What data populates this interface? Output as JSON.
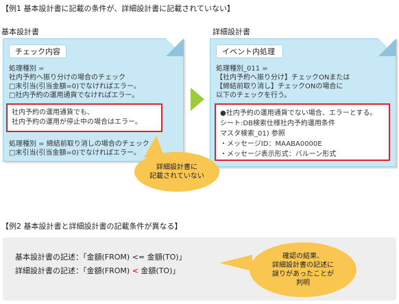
{
  "example1": {
    "title": "【例1 基本設計書に記載の条件が、詳細設計書に記載されていない】",
    "left": {
      "label": "基本設計書",
      "header": "チェック内容",
      "lines_top": [
        "処理種別 =",
        "社内予約へ振り分けの場合のチェック",
        "□末引当(引当金額=0)でなければエラー。",
        "□社内予約の運用通貨でなければエラー。"
      ],
      "highlight": [
        "社内予約の運用通貨でも、",
        "社内予約の運用が停止中の場合はエラー。"
      ],
      "lines_bottom": [
        "処理種別 = 締結前取り消しの場合のチェック",
        "□末引当(引当金額=0)でなければエラー。"
      ]
    },
    "right": {
      "label": "詳細設計書",
      "header": "イベント内処理",
      "lines_top": [
        "処理種別_011 =",
        "【社内予約へ振り分け】チェックONまたは",
        "【締結前取り消し】チェックONの場合に",
        "以下のチェックを行う。"
      ],
      "highlight": [
        "●社内予約の運用通貨でない場合、エラーとする。",
        "シート:DB検索仕様社内予約運用条件",
        "マスタ検索_01) 参照",
        "・メッセージID：MAABA0000E",
        "・メッセージ表示形式：バルーン形式"
      ]
    },
    "bubble": [
      "詳細設計書に",
      "記載されていない"
    ]
  },
  "example2": {
    "title": "【例2 基本設計書と詳細設計書の記載条件が異なる】",
    "line1": "基本設計書の記述：「金額(FROM) <= 金額(TO)」",
    "line2_prefix": "詳細設計書の記述：「金額(FROM) ",
    "line2_op": "<",
    "line2_suffix": " 金額(TO)」",
    "bubble": [
      "確認の結果、",
      "詳細設計書の記述に",
      "誤りがあったことが",
      "判明"
    ]
  },
  "colors": {
    "note_blue": "#c9e8f6",
    "highlight_red": "#d9232e",
    "arrow_green": "#9ccc3c",
    "bubble_yellow": "#f9c74f"
  }
}
